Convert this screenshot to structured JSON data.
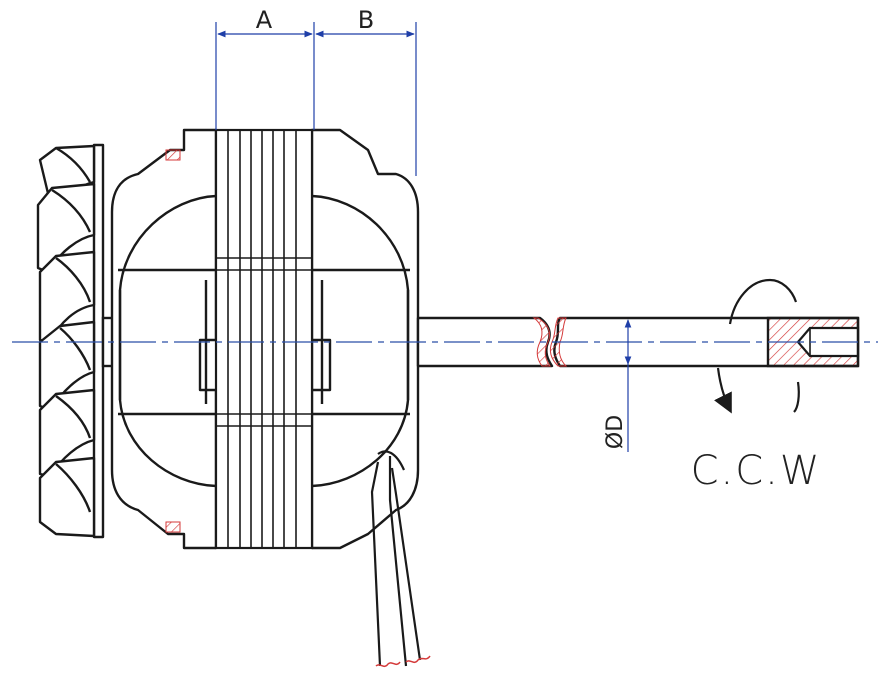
{
  "dimensions": {
    "a_label": "A",
    "b_label": "B",
    "d_label": "ØD"
  },
  "rotation": {
    "label": "C.C.W"
  },
  "colors": {
    "outline": "#1a1a1a",
    "dimension": "#1f3fa8",
    "centerline": "#2b4fa8",
    "hatch": "#d43a3a"
  }
}
